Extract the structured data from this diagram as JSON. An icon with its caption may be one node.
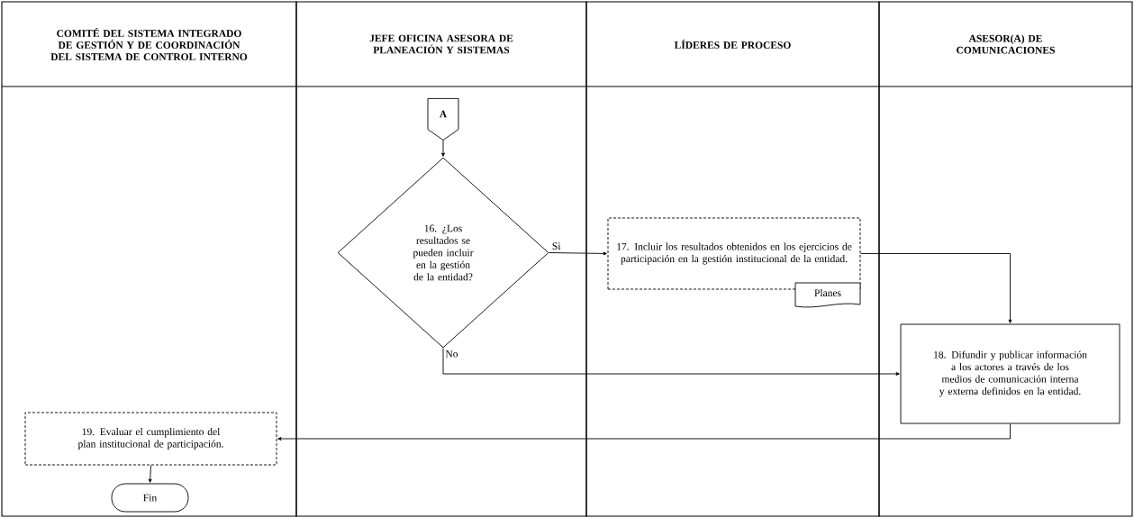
{
  "diagram": {
    "nodes": [
      {
        "text": [
          "COMITÉ DEL SISTEMA INTEGRADO DE GESTIÓN Y DE COORDINACIÓN DEL SISTEMA DE CONTROL INTERNO"
        ]
      },
      {
        "text": [
          "JEFE OFICINA ASESORA DE PLANEACIÓN Y SISTEMAS"
        ]
      },
      {
        "text": [
          "LÍDERES DE PROCESO"
        ]
      },
      {
        "text": [
          "ASESOR(A) DE COMUNICACIONES"
        ]
      },
      {
        "text": [
          "A"
        ],
        "in": 1
      },
      {
        "text": [
          "16. ¿Los resultados se pueden incluir en la gestión de la entidad?"
        ],
        "in": 1
      },
      {
        "text": [
          "17. Incluir los resultados obtenidos en los ejercicios de participación en la gestión institucional de la entidad."
        ],
        "in": 2
      },
      {
        "text": [
          "Planes"
        ],
        "in": 2
      },
      {
        "text": [
          "18. Difundir y publicar información a los actores a través de los medios de comunicación interna y externa definidos en la entidad."
        ],
        "in": 3
      },
      {
        "text": [
          "19. Evaluar el cumplimiento del plan institucional de participación."
        ],
        "in": 0
      },
      {
        "text": [
          "Fin"
        ],
        "in": 0
      }
    ],
    "edges": [
      {
        "from": 4,
        "to": 5,
        "arrow": "to"
      },
      {
        "from": 5,
        "to": 6,
        "arrow": "to",
        "label": "Si"
      },
      {
        "from": 5,
        "to": 8,
        "arrow": "to",
        "label": "No"
      },
      {
        "from": 6,
        "to": 8,
        "arrow": "to"
      },
      {
        "from": 8,
        "to": 9,
        "arrow": "to"
      },
      {
        "from": 9,
        "to": 10,
        "arrow": "to"
      }
    ]
  }
}
